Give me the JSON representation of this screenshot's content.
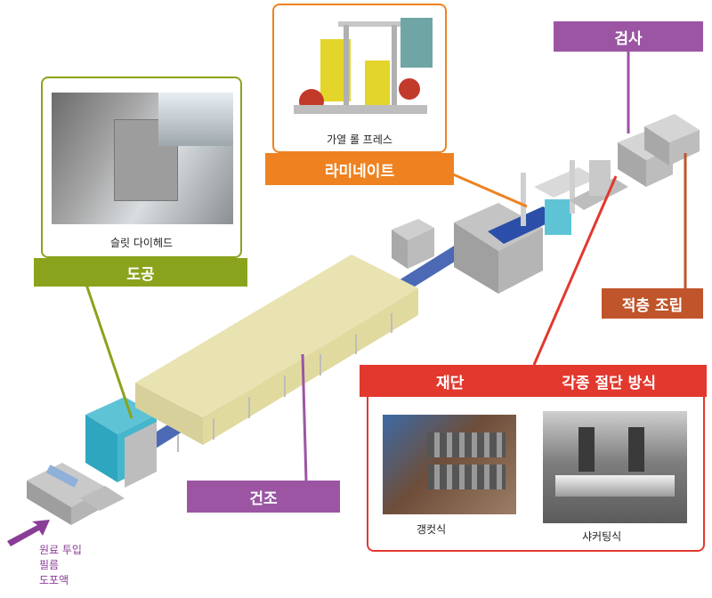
{
  "labels": {
    "slit_die": "슬릿 다이헤드",
    "coating": "도공",
    "hot_roll_press": "가열 롤 프레스",
    "laminate": "라미네이트",
    "inspection": "검사",
    "stacking": "적층 조립",
    "cutting": "재단",
    "cutting_methods": "각종 절단 방식",
    "gang_type": "갱컷식",
    "shear_type": "샤커팅식",
    "drying": "건조"
  },
  "inputs": {
    "line1": "원료 투입",
    "line2": "필름",
    "line3": "도포액"
  },
  "colors": {
    "coating_green": "#8aa31c",
    "laminate_orange": "#ef8220",
    "inspection_purple": "#9b55a3",
    "stacking_brown": "#c0542a",
    "cutting_red": "#e2382e",
    "drying_purple": "#9b55a3",
    "input_purple": "#8a3d97"
  }
}
